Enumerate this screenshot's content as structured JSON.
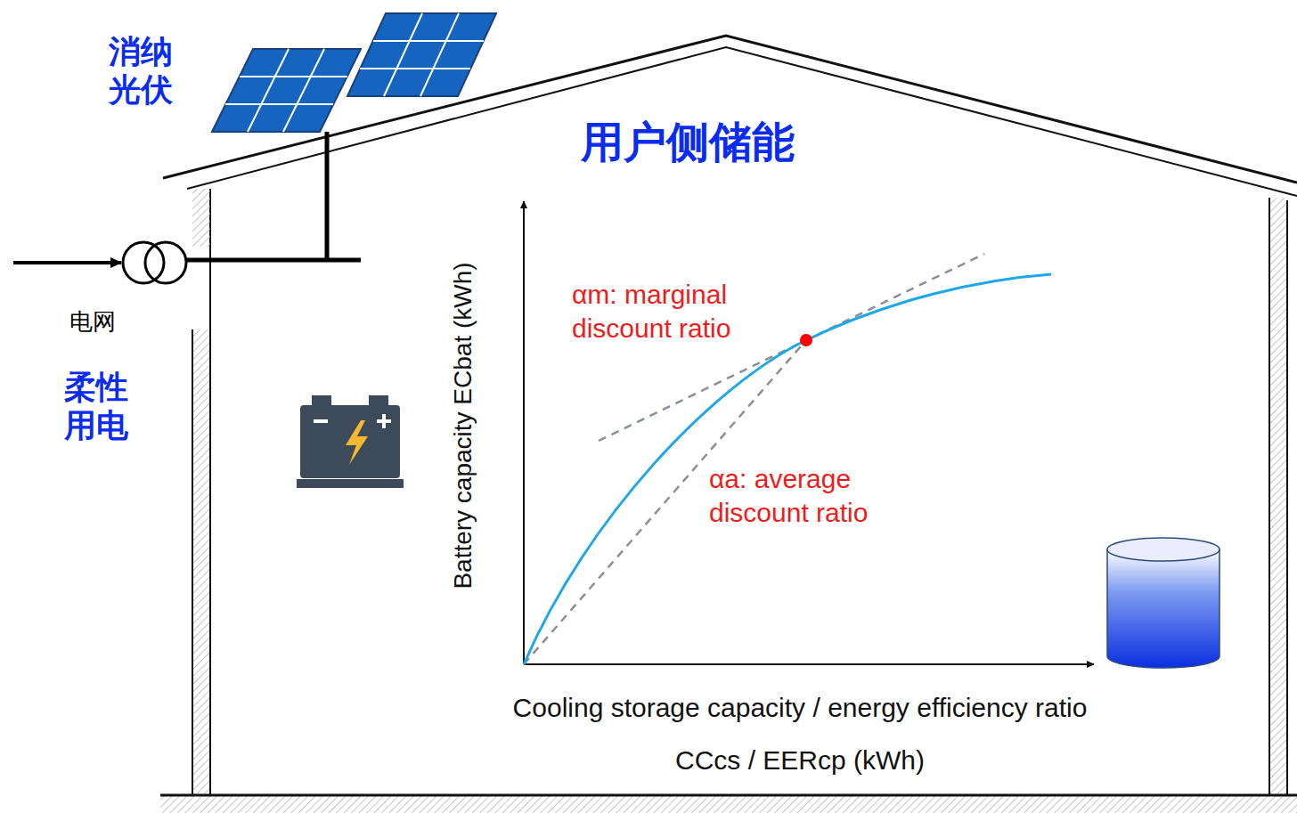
{
  "diagram": {
    "title": "用户侧储能",
    "labels": [
      "消纳 光伏",
      "电网",
      "柔性 用电",
      "Battery capacity ECbat (kWh)",
      "αm: marginal discount ratio",
      "αa: average discount ratio",
      "Cooling storage capacity / energy efficiency ratio",
      "CCcs / EERcp (kWh)"
    ]
  }
}
